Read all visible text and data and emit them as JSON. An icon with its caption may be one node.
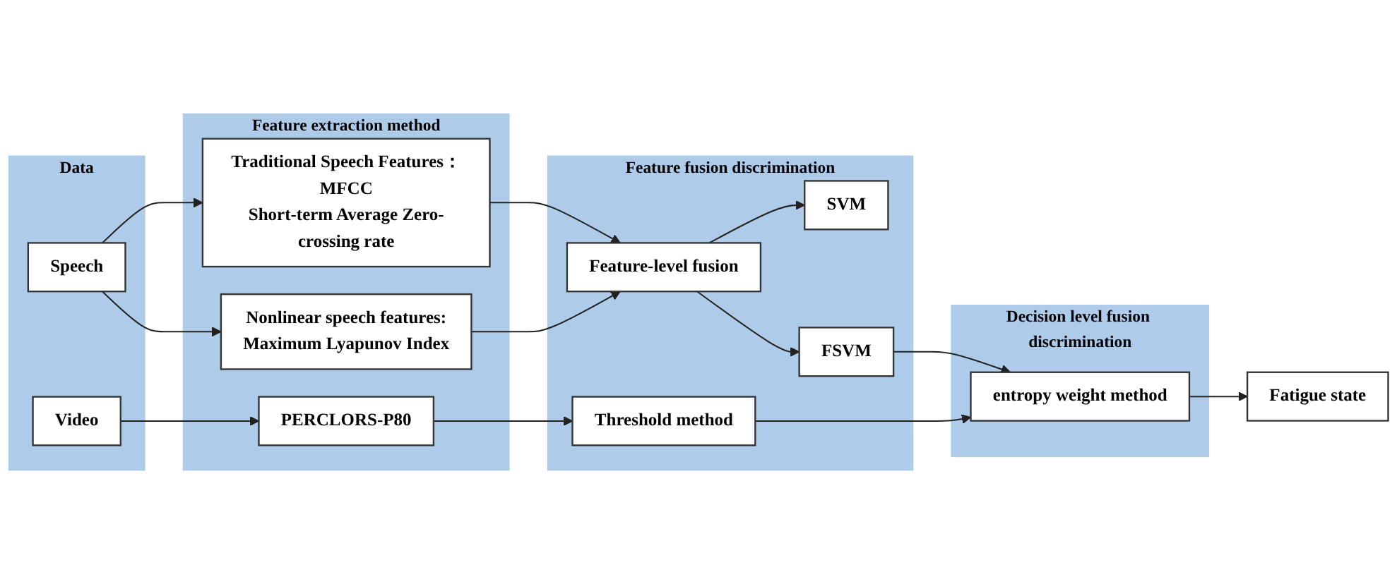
{
  "diagram": {
    "nodes": [
      {
        "text": [
          "Data"
        ]
      },
      {
        "text": [
          "Speech"
        ],
        "in": 0
      },
      {
        "text": [
          "Video"
        ],
        "in": 0
      },
      {
        "text": [
          "Feature extraction method"
        ]
      },
      {
        "text": [
          "Traditional Speech Features：",
          "MFCC",
          "Short-term Average Zero-crossing rate"
        ],
        "in": 3
      },
      {
        "text": [
          "Nonlinear speech features:",
          "Maximum Lyapunov Index"
        ],
        "in": 3
      },
      {
        "text": [
          "PERCLORS-P80"
        ],
        "in": 3
      },
      {
        "text": [
          "Feature fusion discrimination"
        ]
      },
      {
        "text": [
          "Feature-level fusion"
        ],
        "in": 7
      },
      {
        "text": [
          "SVM"
        ],
        "in": 7
      },
      {
        "text": [
          "FSVM"
        ],
        "in": 7
      },
      {
        "text": [
          "Threshold method"
        ],
        "in": 7
      },
      {
        "text": [
          "Decision level fusion discrimination"
        ]
      },
      {
        "text": [
          "entropy weight method"
        ],
        "in": 12
      },
      {
        "text": [
          "Fatigue state"
        ]
      }
    ],
    "edges": [
      {
        "from": 1,
        "to": 4,
        "arrow": "to"
      },
      {
        "from": 1,
        "to": 5,
        "arrow": "to"
      },
      {
        "from": 2,
        "to": 6,
        "arrow": "to"
      },
      {
        "from": 4,
        "to": 8,
        "arrow": "to"
      },
      {
        "from": 5,
        "to": 8,
        "arrow": "to"
      },
      {
        "from": 8,
        "to": 9,
        "arrow": "to"
      },
      {
        "from": 8,
        "to": 10,
        "arrow": "to"
      },
      {
        "from": 6,
        "to": 11,
        "arrow": "to"
      },
      {
        "from": 10,
        "to": 13,
        "arrow": "to"
      },
      {
        "from": 11,
        "to": 13,
        "arrow": "to"
      },
      {
        "from": 13,
        "to": 14,
        "arrow": "to"
      }
    ]
  }
}
